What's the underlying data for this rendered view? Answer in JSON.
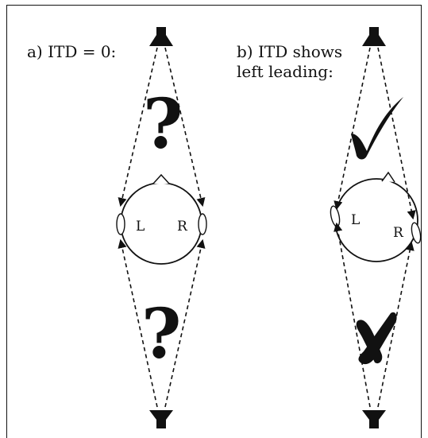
{
  "panel_a": {
    "caption": "a) ITD = 0:",
    "front_symbol": "?",
    "back_symbol": "?",
    "left_ear": "L",
    "right_ear": "R"
  },
  "panel_b": {
    "caption_line1": "b) ITD shows",
    "caption_line2": "left leading:",
    "left_ear": "L",
    "right_ear": "R",
    "front_marker": "check-icon",
    "back_marker": "cross-icon"
  },
  "colors": {
    "ink": "#111111",
    "background": "#ffffff"
  }
}
